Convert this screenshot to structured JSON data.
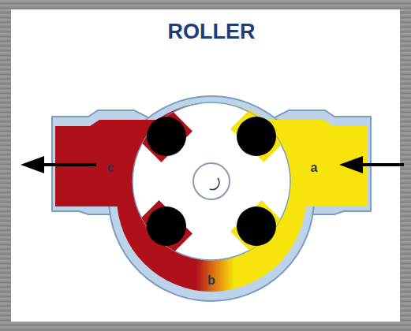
{
  "diagram": {
    "title": "ROLLER",
    "labels": [
      "a",
      "b",
      "c"
    ]
  }
}
